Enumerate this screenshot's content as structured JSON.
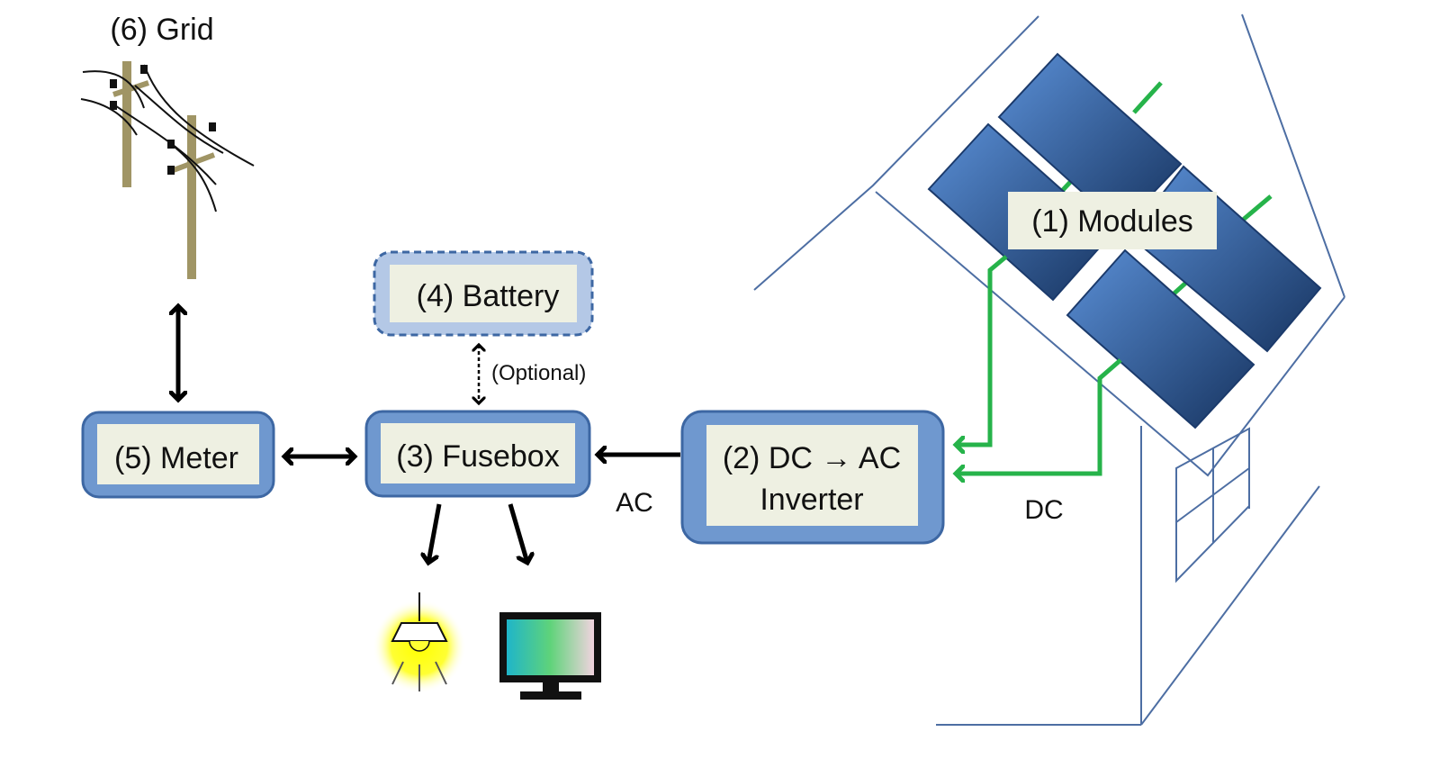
{
  "nodes": {
    "modules": "(1) Modules",
    "inverter_line1": "(2) DC → AC",
    "inverter_line2": "Inverter",
    "fusebox": "(3) Fusebox",
    "battery": "(4) Battery",
    "meter": "(5) Meter",
    "grid": "(6) Grid"
  },
  "edge_labels": {
    "optional": "(Optional)",
    "ac": "AC",
    "dc": "DC"
  },
  "icons": [
    "power-pole-icon",
    "solar-panel-icon",
    "light-bulb-icon",
    "monitor-icon"
  ],
  "colors": {
    "box_fill": "#6f98cf",
    "box_inner": "#eef0e2",
    "dc_wire": "#26b34a",
    "house_line": "#4d6ea3"
  }
}
